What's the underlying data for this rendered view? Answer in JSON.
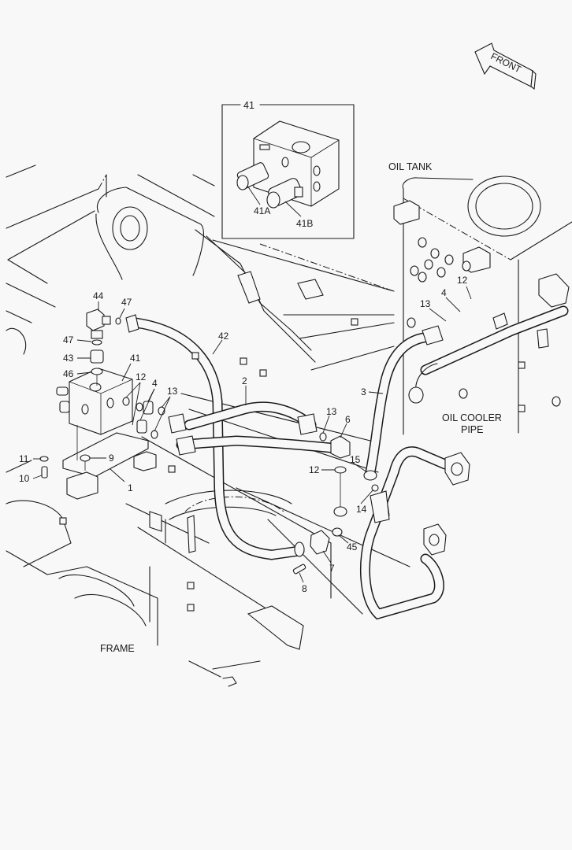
{
  "diagram": {
    "type": "exploded parts diagram",
    "orientation_marker": "FRONT",
    "area_labels": {
      "oil_tank": "OIL TANK",
      "oil_cooler_pipe_line1": "OIL COOLER",
      "oil_cooler_pipe_line2": "PIPE",
      "frame": "FRAME"
    },
    "inset": {
      "title": "41",
      "callouts": [
        "41A",
        "41B"
      ]
    },
    "callouts": {
      "c44": "44",
      "c47a": "47",
      "c47b": "47",
      "c43": "43",
      "c46": "46",
      "c41": "41",
      "c12a": "12",
      "c4a": "4",
      "c13a": "13",
      "c42": "42",
      "c2": "2",
      "c11": "11",
      "c9": "9",
      "c10": "10",
      "c1": "1",
      "c13b": "13",
      "c6": "6",
      "c12b": "12",
      "c15": "15",
      "c14": "14",
      "c45": "45",
      "c7": "7",
      "c8": "8",
      "c3": "3",
      "c12c": "12",
      "c4b": "4",
      "c13c": "13"
    }
  }
}
